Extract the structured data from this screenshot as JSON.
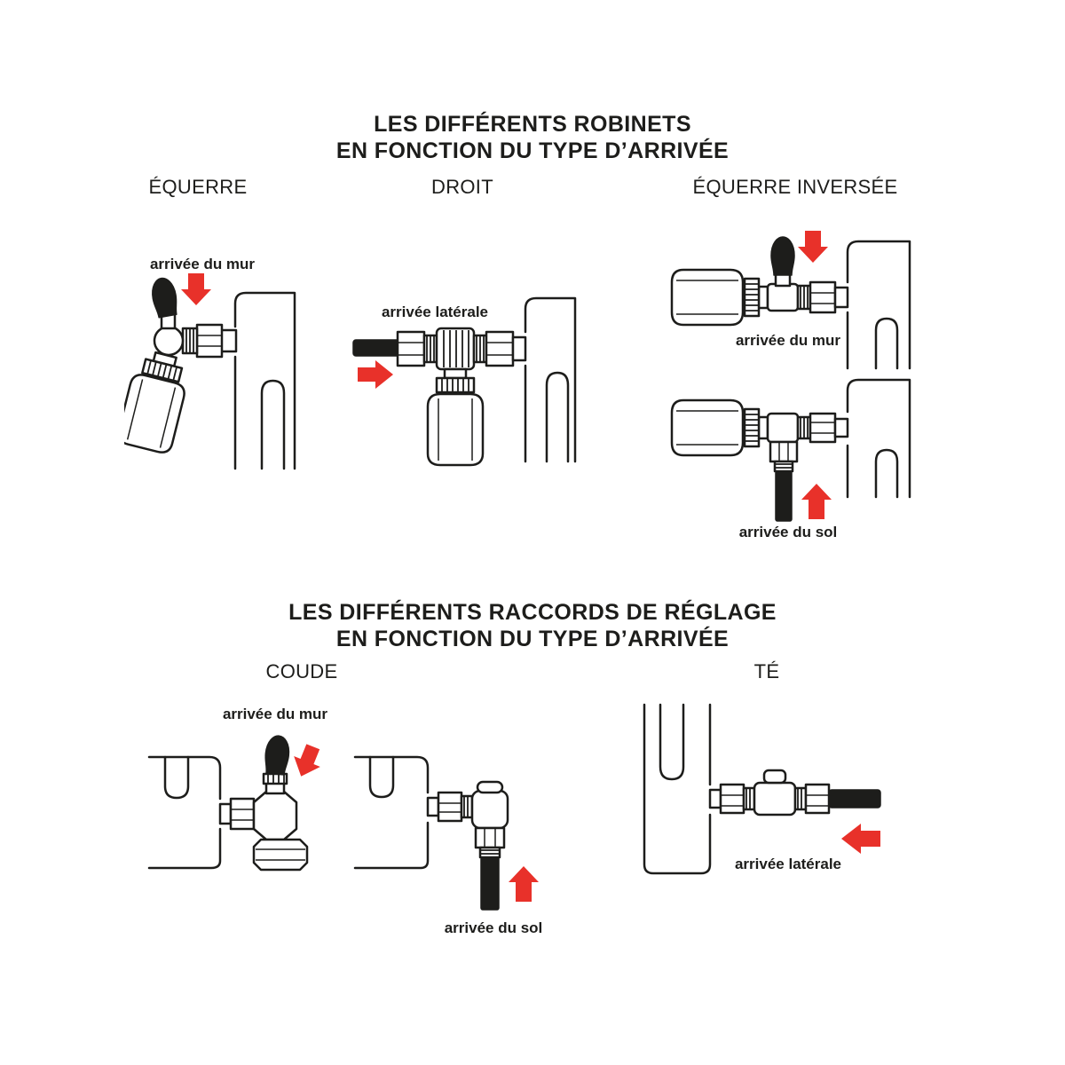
{
  "colors": {
    "accent_red": "#e8312a",
    "ink": "#1d1d1b"
  },
  "section_robinets": {
    "title_line1": "LES DIFFÉRENTS ROBINETS",
    "title_line2": "EN FONCTION DU TYPE D’ARRIVÉE",
    "columns": {
      "equerre": "ÉQUERRE",
      "droit": "DROIT",
      "equerre_inversee": "ÉQUERRE INVERSÉE"
    },
    "labels": {
      "equerre_mur": "arrivée du mur",
      "droit_laterale": "arrivée latérale",
      "inversee_mur": "arrivée du mur",
      "inversee_sol": "arrivée du sol"
    }
  },
  "section_raccords": {
    "title_line1": "LES DIFFÉRENTS RACCORDS DE RÉGLAGE",
    "title_line2": "EN FONCTION DU TYPE D’ARRIVÉE",
    "columns": {
      "coude": "COUDE",
      "te": "TÉ"
    },
    "labels": {
      "coude_mur": "arrivée du mur",
      "coude_sol": "arrivée du sol",
      "te_laterale": "arrivée latérale"
    }
  }
}
